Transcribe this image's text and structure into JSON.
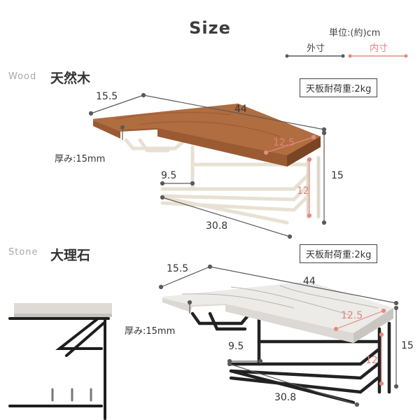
{
  "header": {
    "title": "Size",
    "unit": "単位:(約)cm",
    "legend_outer": "外寸",
    "legend_inner": "内寸"
  },
  "colors": {
    "outer": "#5a5a5a",
    "inner": "#e58a80",
    "wood": "#9a5a32",
    "frame_white": "#efe9de",
    "frame_black": "#222222",
    "marble": "#e8e6e2"
  },
  "wood": {
    "label_en": "Wood",
    "label_jp": "天然木",
    "load": "天板耐荷重:2kg",
    "depth": "15.5",
    "width": "44",
    "thickness": "厚み:15mm",
    "inner_depth": "12.5",
    "height": "15",
    "inner_height": "12",
    "rail_gap": "9.5",
    "rail_width": "30.8"
  },
  "stone": {
    "label_en": "Stone",
    "label_jp": "大理石",
    "load": "天板耐荷重:2kg",
    "depth": "15.5",
    "width": "44",
    "thickness": "厚み:15mm",
    "inner_depth": "12.5",
    "height": "15",
    "inner_height": "12",
    "rail_gap": "9.5",
    "rail_width": "30.8"
  }
}
